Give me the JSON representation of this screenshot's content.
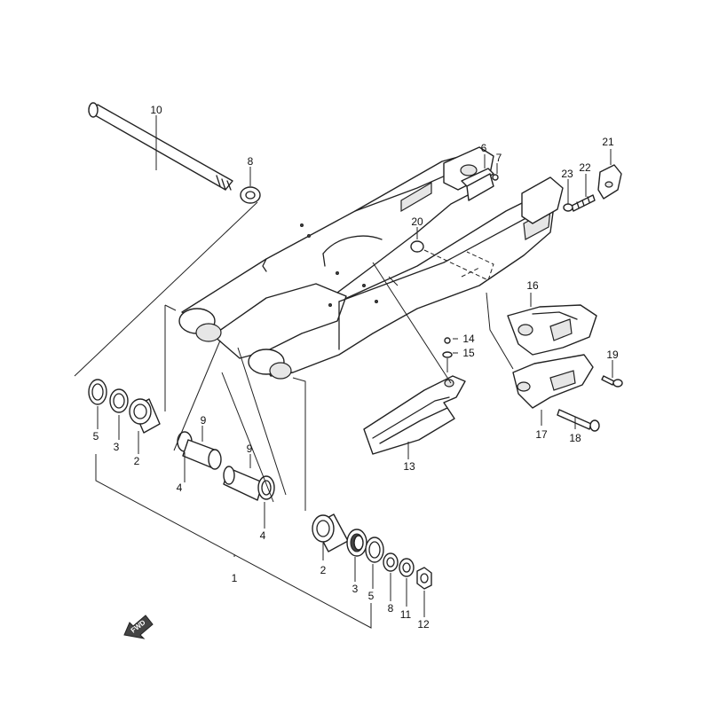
{
  "diagram": {
    "fwd_label": "FWD",
    "callouts": {
      "c1": "1",
      "c2a": "2",
      "c2b": "2",
      "c3a": "3",
      "c3b": "3",
      "c4a": "4",
      "c4b": "4",
      "c5a": "5",
      "c5b": "5",
      "c6": "6",
      "c7": "7",
      "c8a": "8",
      "c8b": "8",
      "c9a": "9",
      "c9b": "9",
      "c10": "10",
      "c11": "11",
      "c12": "12",
      "c13": "13",
      "c14": "14",
      "c15": "15",
      "c16": "16",
      "c17": "17",
      "c18": "18",
      "c19": "19",
      "c20": "20",
      "c21": "21",
      "c22": "22",
      "c23": "23"
    }
  }
}
